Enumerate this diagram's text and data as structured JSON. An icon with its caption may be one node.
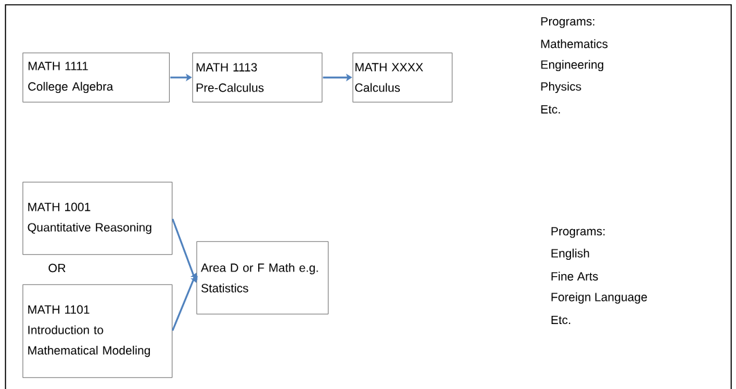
{
  "diagram": {
    "nodes": [
      {
        "text": [
          "MATH 1111",
          "College Algebra"
        ]
      },
      {
        "text": [
          "MATH 1113",
          "Pre-Calculus"
        ]
      },
      {
        "text": [
          "MATH XXXX",
          "Calculus"
        ]
      },
      {
        "text": [
          "MATH 1001",
          "Quantitative Reasoning"
        ]
      },
      {
        "text": [
          "Area D or F Math e.g. Statistics"
        ]
      },
      {
        "text": [
          "MATH 1101",
          "Introduction to Mathematical Modeling"
        ]
      }
    ],
    "edges": [
      {
        "from": 0,
        "to": 1,
        "arrow": "to"
      },
      {
        "from": 1,
        "to": 2,
        "arrow": "to"
      },
      {
        "from": 3,
        "to": 4,
        "arrow": "to"
      },
      {
        "from": 5,
        "to": 4,
        "arrow": "to"
      }
    ],
    "labels": [
      "Programs:",
      "Mathematics",
      "Engineering",
      "Physics",
      "Etc.",
      "OR",
      "Programs:",
      "English",
      "Fine Arts",
      "Foreign Language",
      "Etc."
    ]
  }
}
